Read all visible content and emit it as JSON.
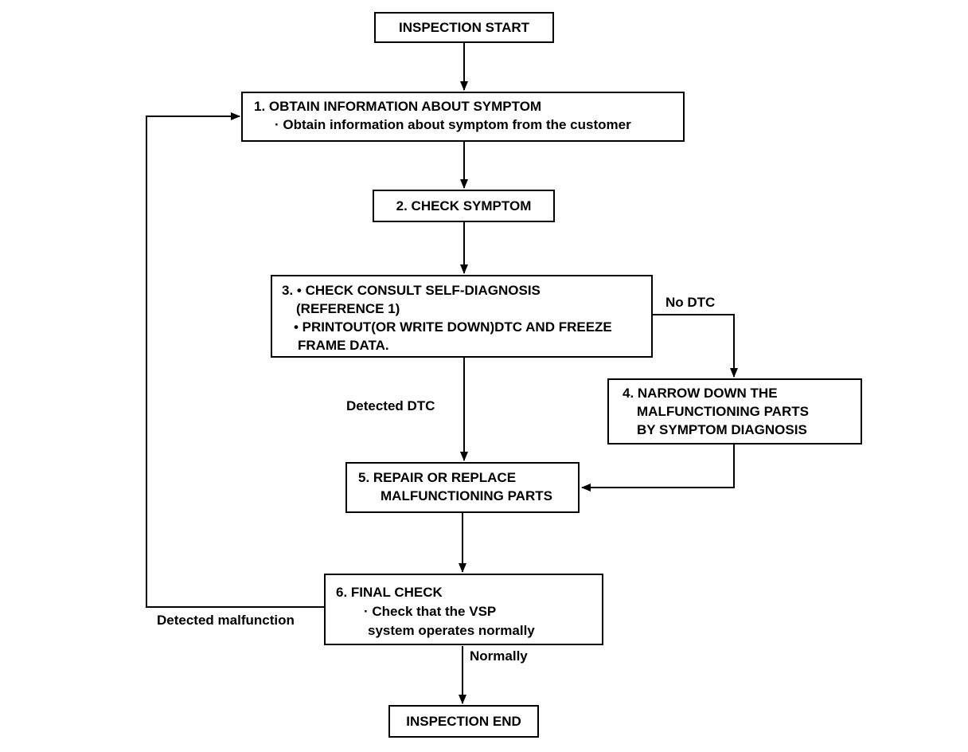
{
  "colors": {
    "background": "#ffffff",
    "line": "#000000",
    "text": "#000000"
  },
  "nodes": {
    "start": {
      "label": "INSPECTION START"
    },
    "step1": {
      "line1": "1. OBTAIN INFORMATION ABOUT SYMPTOM",
      "line2": "· Obtain information about symptom from the customer"
    },
    "step2": {
      "label": "2. CHECK SYMPTOM"
    },
    "step3": {
      "line1": "3. • CHECK CONSULT SELF-DIAGNOSIS",
      "line2": "(REFERENCE 1)",
      "line3": "• PRINTOUT(OR WRITE DOWN)DTC AND FREEZE",
      "line4": "FRAME DATA."
    },
    "step4": {
      "line1": "4. NARROW DOWN THE",
      "line2": "MALFUNCTIONING PARTS",
      "line3": "BY SYMPTOM DIAGNOSIS"
    },
    "step5": {
      "line1": "5. REPAIR OR REPLACE",
      "line2": "MALFUNCTIONING PARTS"
    },
    "step6": {
      "line1": "6. FINAL CHECK",
      "line2": "· Check that the VSP",
      "line3": "system operates normally"
    },
    "end": {
      "label": "INSPECTION END"
    }
  },
  "edge_labels": {
    "no_dtc": "No DTC",
    "detected_dtc": "Detected DTC",
    "detected_malfunction": "Detected malfunction",
    "normally": "Normally"
  }
}
